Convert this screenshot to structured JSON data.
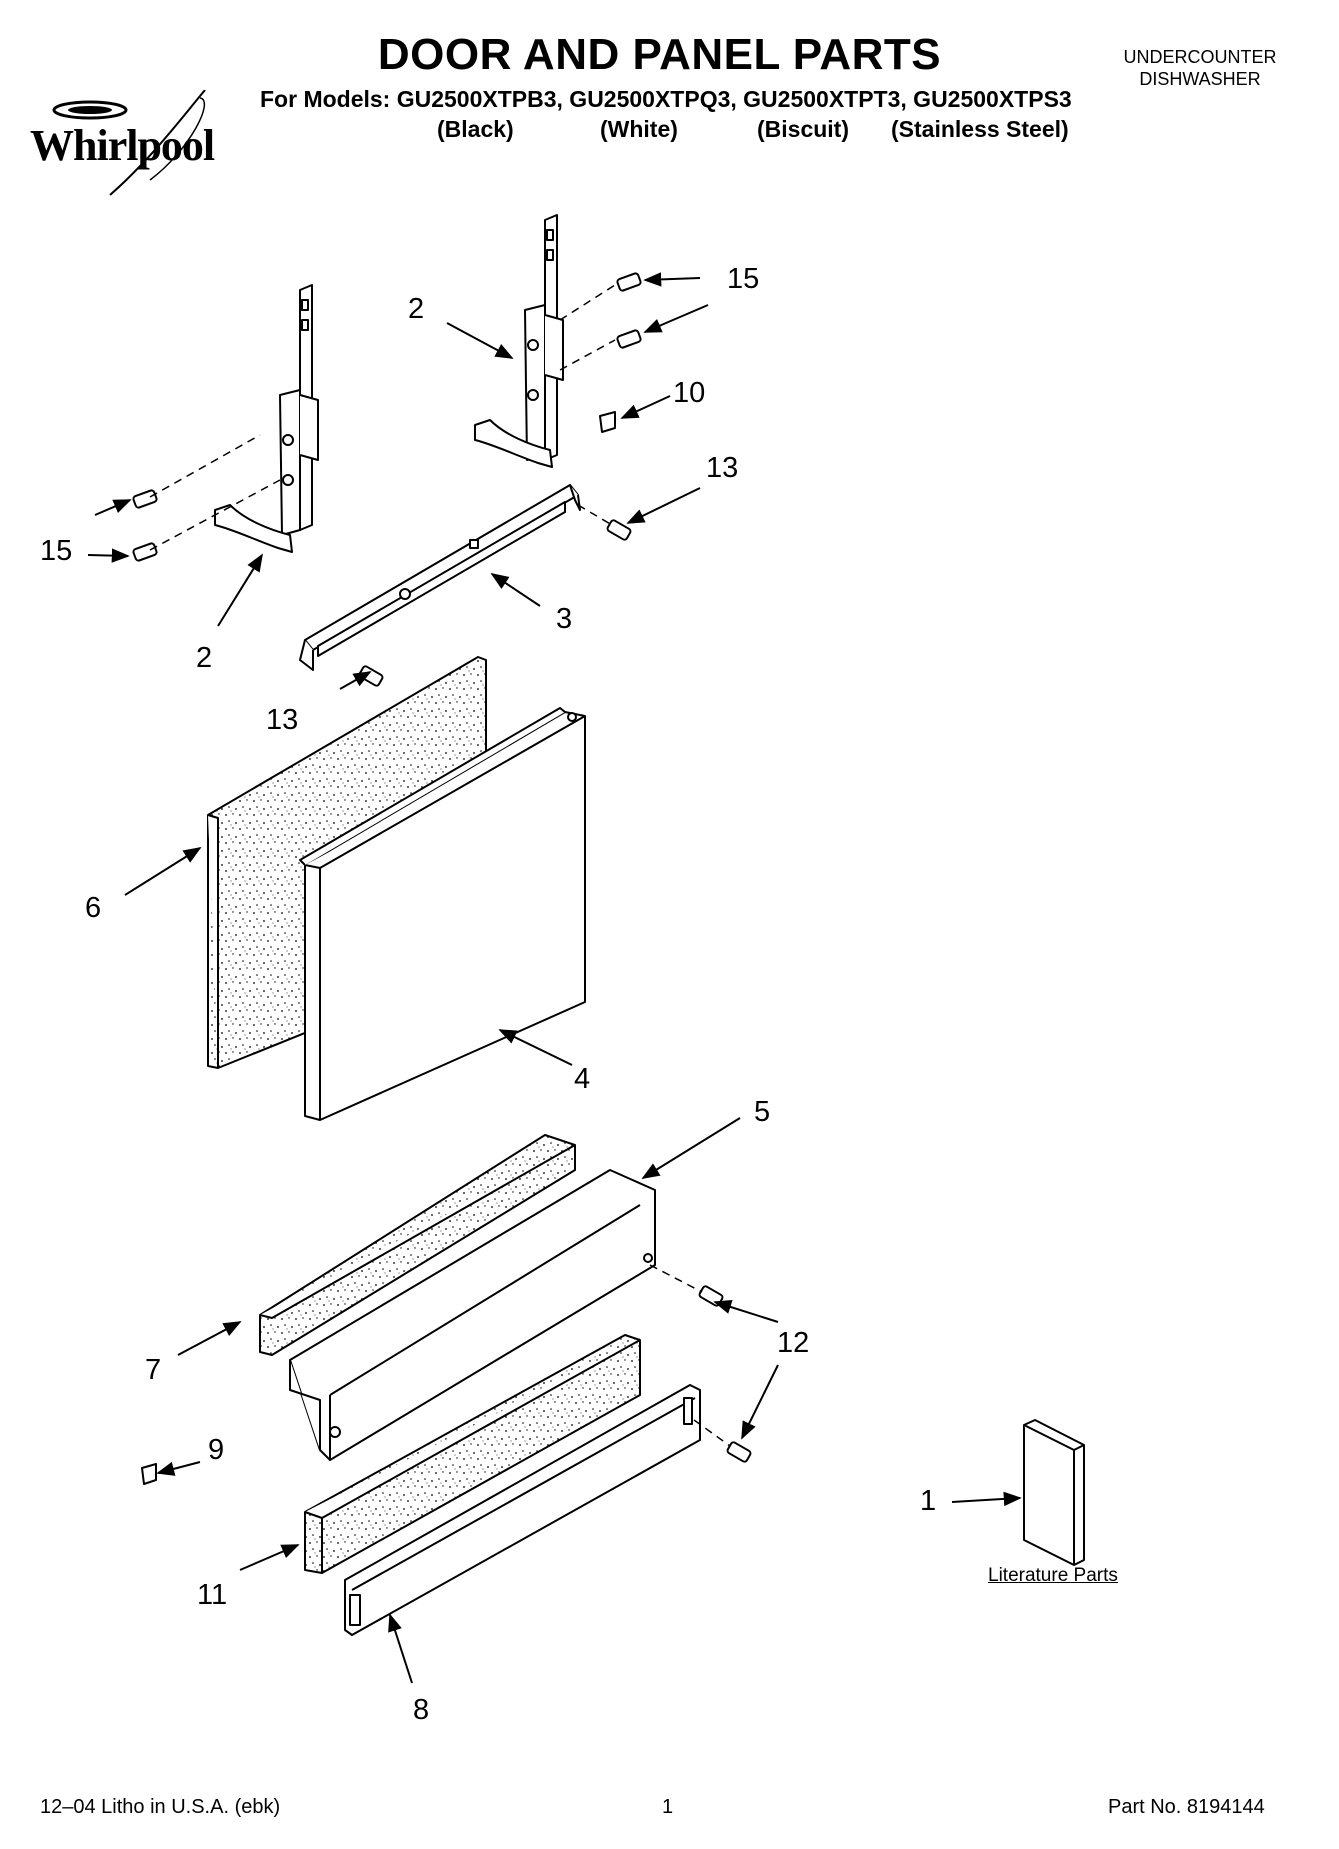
{
  "header": {
    "title": "DOOR AND PANEL PARTS",
    "models_line": "For Models: GU2500XTPB3, GU2500XTPQ3, GU2500XTPT3, GU2500XTPS3",
    "colors": [
      "(Black)",
      "(White)",
      "(Biscuit)",
      "(Stainless Steel)"
    ],
    "product_line1": "UNDERCOUNTER",
    "product_line2": "DISHWASHER",
    "brand": "Whirlpool"
  },
  "callouts": {
    "c1": "1",
    "c2_top": "2",
    "c2_bottom": "2",
    "c3": "3",
    "c4": "4",
    "c5": "5",
    "c6": "6",
    "c7": "7",
    "c8": "8",
    "c9": "9",
    "c10": "10",
    "c11": "11",
    "c12": "12",
    "c13_right": "13",
    "c13_left": "13",
    "c15_right": "15",
    "c15_left": "15"
  },
  "literature_label": "Literature Parts",
  "footer": {
    "left": "12–04 Litho in U.S.A. (ebk)",
    "center": "1",
    "right": "Part No. 8194144"
  }
}
